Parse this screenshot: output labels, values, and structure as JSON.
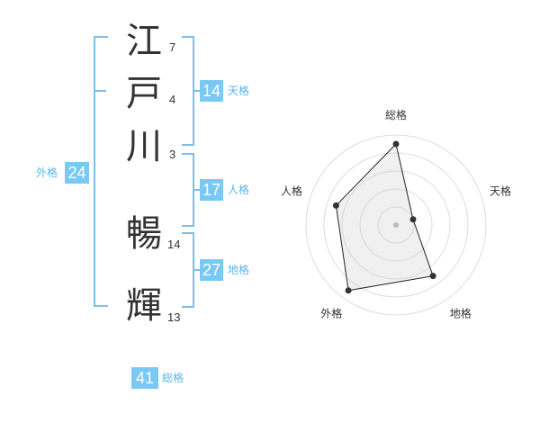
{
  "name_chars": [
    {
      "char": "江",
      "strokes": "7"
    },
    {
      "char": "戸",
      "strokes": "4"
    },
    {
      "char": "川",
      "strokes": "3"
    },
    {
      "char": "暢",
      "strokes": "14"
    },
    {
      "char": "輝",
      "strokes": "13"
    }
  ],
  "fortune": {
    "tenkaku": {
      "value": "14",
      "label": "天格"
    },
    "jinkaku": {
      "value": "17",
      "label": "人格"
    },
    "chikaku": {
      "value": "27",
      "label": "地格"
    },
    "gaikaku": {
      "value": "24",
      "label": "外格"
    },
    "soukaku": {
      "value": "41",
      "label": "総格"
    }
  },
  "colors": {
    "bracket": "#7fbfe6",
    "badge": "#7ac8f4",
    "label": "#5ab4e8"
  },
  "radar": {
    "axes": [
      "総格",
      "天格",
      "地格",
      "外格",
      "人格"
    ],
    "levels": 5,
    "max": 5,
    "values": [
      4.5,
      1,
      3.5,
      4.5,
      3.5
    ]
  }
}
